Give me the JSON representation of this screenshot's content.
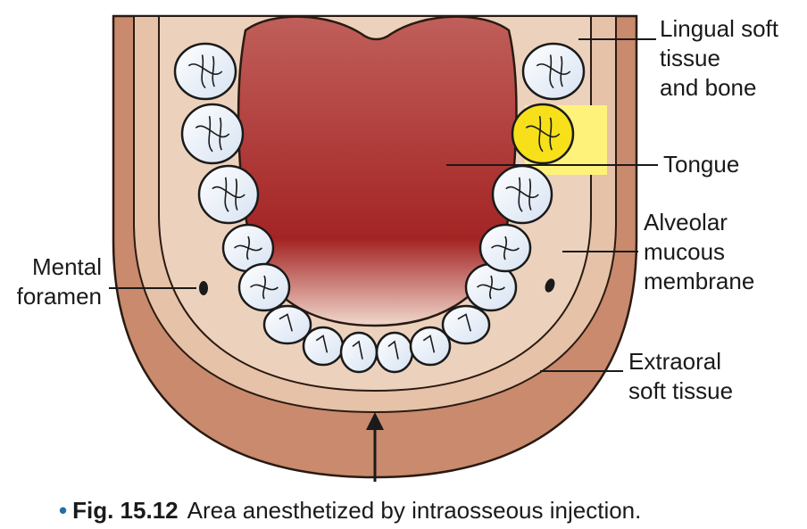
{
  "labels": {
    "lingual": [
      "Lingual soft",
      "tissue",
      "and bone"
    ],
    "tongue": "Tongue",
    "alveolar": [
      "Alveolar",
      "mucous",
      "membrane"
    ],
    "extraoral": [
      "Extraoral",
      "soft tissue"
    ],
    "mental": [
      "Mental",
      "foramen"
    ]
  },
  "caption": {
    "bullet": "•",
    "figure": "Fig. 15.12",
    "text": "Area anesthetized by intraosseous injection."
  },
  "colors": {
    "extraoral": "#c98a6d",
    "gum": "#e8c6ad",
    "tongue_dark": "#a42424",
    "tongue_light": "#cc6b64",
    "tooth": "#eef3fa",
    "highlight": "#fff27a",
    "highlight_tooth": "#f7e019",
    "caption_bullet": "#1f6fa8"
  }
}
